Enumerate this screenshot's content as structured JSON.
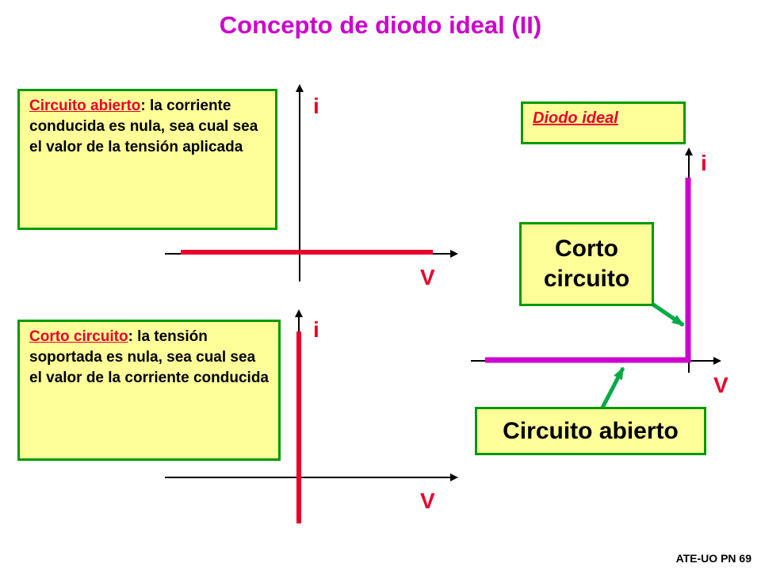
{
  "title": "Concepto de diodo ideal (II)",
  "open_box": {
    "term": "Circuito abierto",
    "text": ": la corriente conducida es nula, sea cual sea el valor de la tensión aplicada"
  },
  "short_box": {
    "term": "Corto circuito",
    "text": ": la tensión soportada es nula, sea cual sea el valor de la corriente conducida"
  },
  "ideal_label": "Diodo ideal",
  "callout_short": "Corto circuito",
  "callout_open": "Circuito abierto",
  "graph_open": {
    "y_label": "i",
    "x_label": "V"
  },
  "graph_short": {
    "y_label": "i",
    "x_label": "V"
  },
  "graph_ideal": {
    "y_label": "i",
    "x_label": "V"
  },
  "footer": "ATE-UO PN 69",
  "colors": {
    "title": "#cc00cc",
    "curve_red": "#e8002a",
    "curve_ideal": "#cc00cc",
    "box_border": "#009900",
    "box_fill": "#ffff99",
    "arrow": "#00aa44"
  }
}
